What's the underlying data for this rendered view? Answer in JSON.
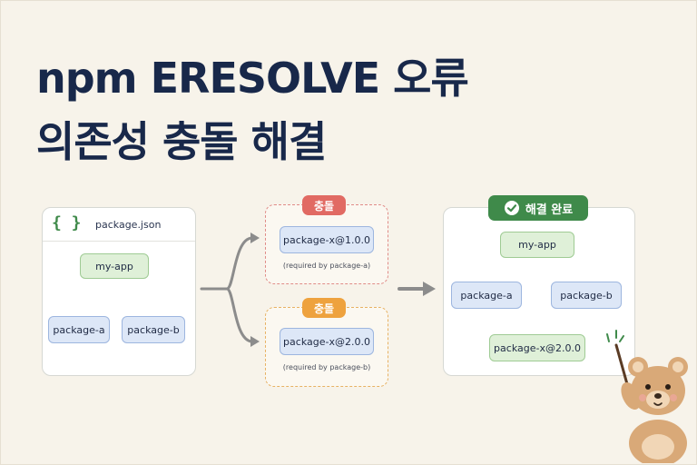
{
  "title": {
    "line1": "npm ERESOLVE 오류",
    "line2": "의존성 충돌 해결"
  },
  "left_panel": {
    "braces": "{ }",
    "file_name": "package.json",
    "root": "my-app",
    "children": [
      "package-a",
      "package-b"
    ]
  },
  "conflicts": [
    {
      "badge": "충돌",
      "package": "package-x@1.0.0",
      "required_by": "(required by package-a)",
      "color": "#e16a63"
    },
    {
      "badge": "충돌",
      "package": "package-x@2.0.0",
      "required_by": "(required by package-b)",
      "color": "#eea23e"
    }
  ],
  "resolved": {
    "badge": "해결 완료",
    "root": "my-app",
    "children": [
      "package-a",
      "package-b"
    ],
    "shared": "package-x@2.0.0",
    "color": "#3f8a4a"
  },
  "icons": [
    "check-circle-icon",
    "braces-icon",
    "arrow-right-icon",
    "bear-mascot-icon",
    "pointer-stick-icon"
  ]
}
